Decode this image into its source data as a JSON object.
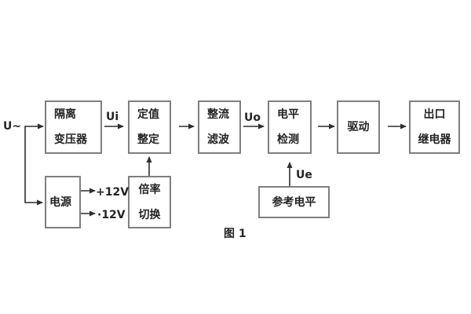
{
  "figure": {
    "caption": "图 1",
    "background_color": "#ffffff",
    "box_border_color": "#7f7f7f",
    "line_color": "#2f2f2f",
    "text_color": "#242424"
  },
  "labels": {
    "input_signal": "U~",
    "ui": "Ui",
    "uo": "Uo",
    "ue": "Ue",
    "rail_positive": "+12V",
    "rail_negative": "·12V"
  },
  "blocks": {
    "iso_transformer": {
      "lines": [
        "隔离",
        "变压器"
      ]
    },
    "setting": {
      "lines": [
        "定值",
        "整定"
      ]
    },
    "rectifier_filter": {
      "lines": [
        "整流",
        "滤波"
      ]
    },
    "level_detector": {
      "lines": [
        "电平",
        "检测"
      ]
    },
    "driver": {
      "label": "驱动"
    },
    "output_relay": {
      "lines": [
        "出口",
        "继电器"
      ]
    },
    "power_supply": {
      "label": "电源"
    },
    "ratio_switch": {
      "lines": [
        "倍率",
        "切换"
      ]
    },
    "reference_level": {
      "label": "参考电平"
    }
  }
}
